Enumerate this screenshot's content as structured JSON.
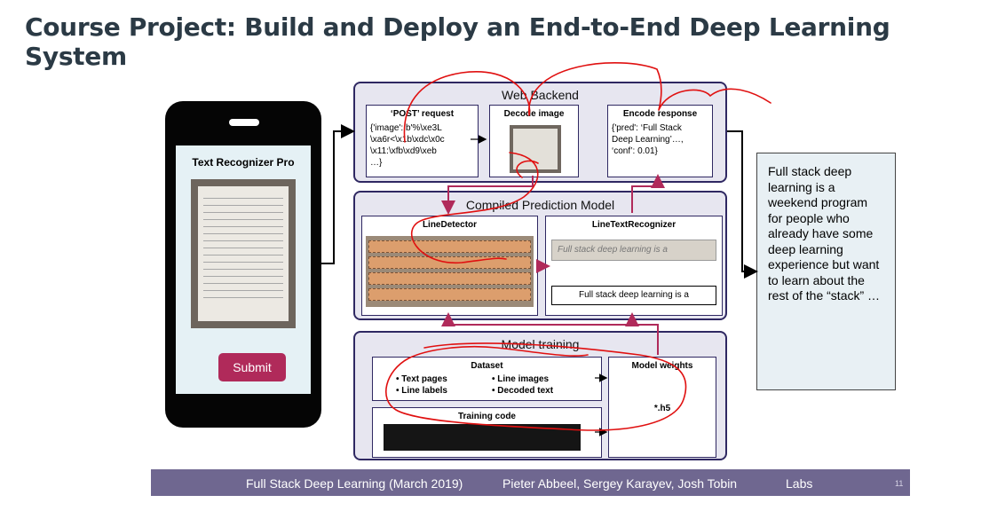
{
  "title": "Course Project: Build and Deploy an End-to-End Deep Learning System",
  "phone": {
    "app_title": "Text Recognizer Pro",
    "submit_label": "Submit"
  },
  "web_backend": {
    "title": "Web Backend",
    "post": {
      "title": "‘POST’ request",
      "lines": [
        "{'image':  b'%\\xe3L",
        "\\xa6r<\\x1b\\xdc\\x0c",
        "\\x11:\\xfb\\xd9\\xeb",
        "…}"
      ]
    },
    "decode": {
      "title": "Decode image"
    },
    "encode": {
      "title": "Encode response",
      "lines": [
        "{'pred':  ‘Full Stack",
        "Deep Learning’…,",
        "‘conf’: 0.01}"
      ]
    }
  },
  "compiled": {
    "title": "Compiled Prediction Model",
    "line_detector": {
      "title": "LineDetector"
    },
    "line_text": {
      "title": "LineTextRecognizer",
      "handwriting": "Full stack deep learning is a",
      "output": "Full stack deep learning is a"
    }
  },
  "training": {
    "title": "Model training",
    "dataset": {
      "title": "Dataset",
      "col1": [
        "Text pages",
        "Line labels"
      ],
      "col2": [
        "Line images",
        "Decoded text"
      ]
    },
    "training_code": {
      "title": "Training code"
    },
    "weights": {
      "title": "Model weights",
      "file": "*.h5"
    }
  },
  "output_text": "Full stack deep learning is a weekend program for people who already have some deep learning experience but want to learn about the rest of the “stack” …",
  "footer": {
    "course": "Full Stack Deep Learning (March 2019)",
    "authors": "Pieter Abbeel, Sergey Karayev, Josh Tobin",
    "labs": "Labs",
    "page": "11"
  },
  "colors": {
    "frame": "#2f2862",
    "arrow": "#b02a5a",
    "annotation": "#e01010",
    "footer": "#6f6790",
    "submit": "#b02a5a"
  }
}
